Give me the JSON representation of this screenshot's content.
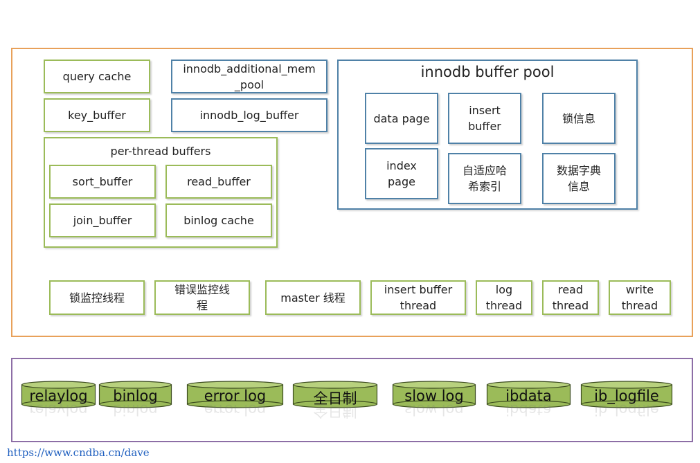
{
  "memory": {
    "query_cache": "query cache",
    "key_buffer": "key_buffer",
    "innodb_additional_mem_pool": {
      "line1": "innodb_additional_mem",
      "line2": "_pool"
    },
    "innodb_log_buffer": "innodb_log_buffer",
    "per_thread": {
      "title": "per-thread buffers",
      "sort_buffer": "sort_buffer",
      "read_buffer": "read_buffer",
      "join_buffer": "join_buffer",
      "binlog_cache": "binlog cache"
    },
    "buffer_pool": {
      "title": "innodb buffer pool",
      "data_page": "data page",
      "insert_buffer": {
        "line1": "insert",
        "line2": "buffer"
      },
      "lock_info": "锁信息",
      "index_page": {
        "line1": "index",
        "line2": "page"
      },
      "adaptive_hash": {
        "line1": "自适应哈",
        "line2": "希索引"
      },
      "data_dictionary": {
        "line1": "数据字典",
        "line2": "信息"
      }
    }
  },
  "threads": {
    "lock_monitor": "锁监控线程",
    "error_monitor": {
      "line1": "错误监控线",
      "line2": "程"
    },
    "master": "master 线程",
    "insert_buffer_thread": {
      "line1": "insert buffer",
      "line2": "thread"
    },
    "log_thread": {
      "line1": "log",
      "line2": "thread"
    },
    "read_thread": {
      "line1": "read",
      "line2": "thread"
    },
    "write_thread": {
      "line1": "write",
      "line2": "thread"
    }
  },
  "files": {
    "relaylog": "relaylog",
    "binlog": "binlog",
    "error_log": "error log",
    "full_log": "全日制",
    "slow_log": "slow log",
    "ibdata": "ibdata",
    "ib_logfile": "ib_logfile"
  },
  "colors": {
    "memory_border": "#e8a15a",
    "disk_border": "#8d6ea6",
    "green_box": "#9bbb59",
    "blue_box": "#4f81a7",
    "drum_fill": "#9bbb59"
  },
  "watermark": "https://www.cndba.cn/dave"
}
